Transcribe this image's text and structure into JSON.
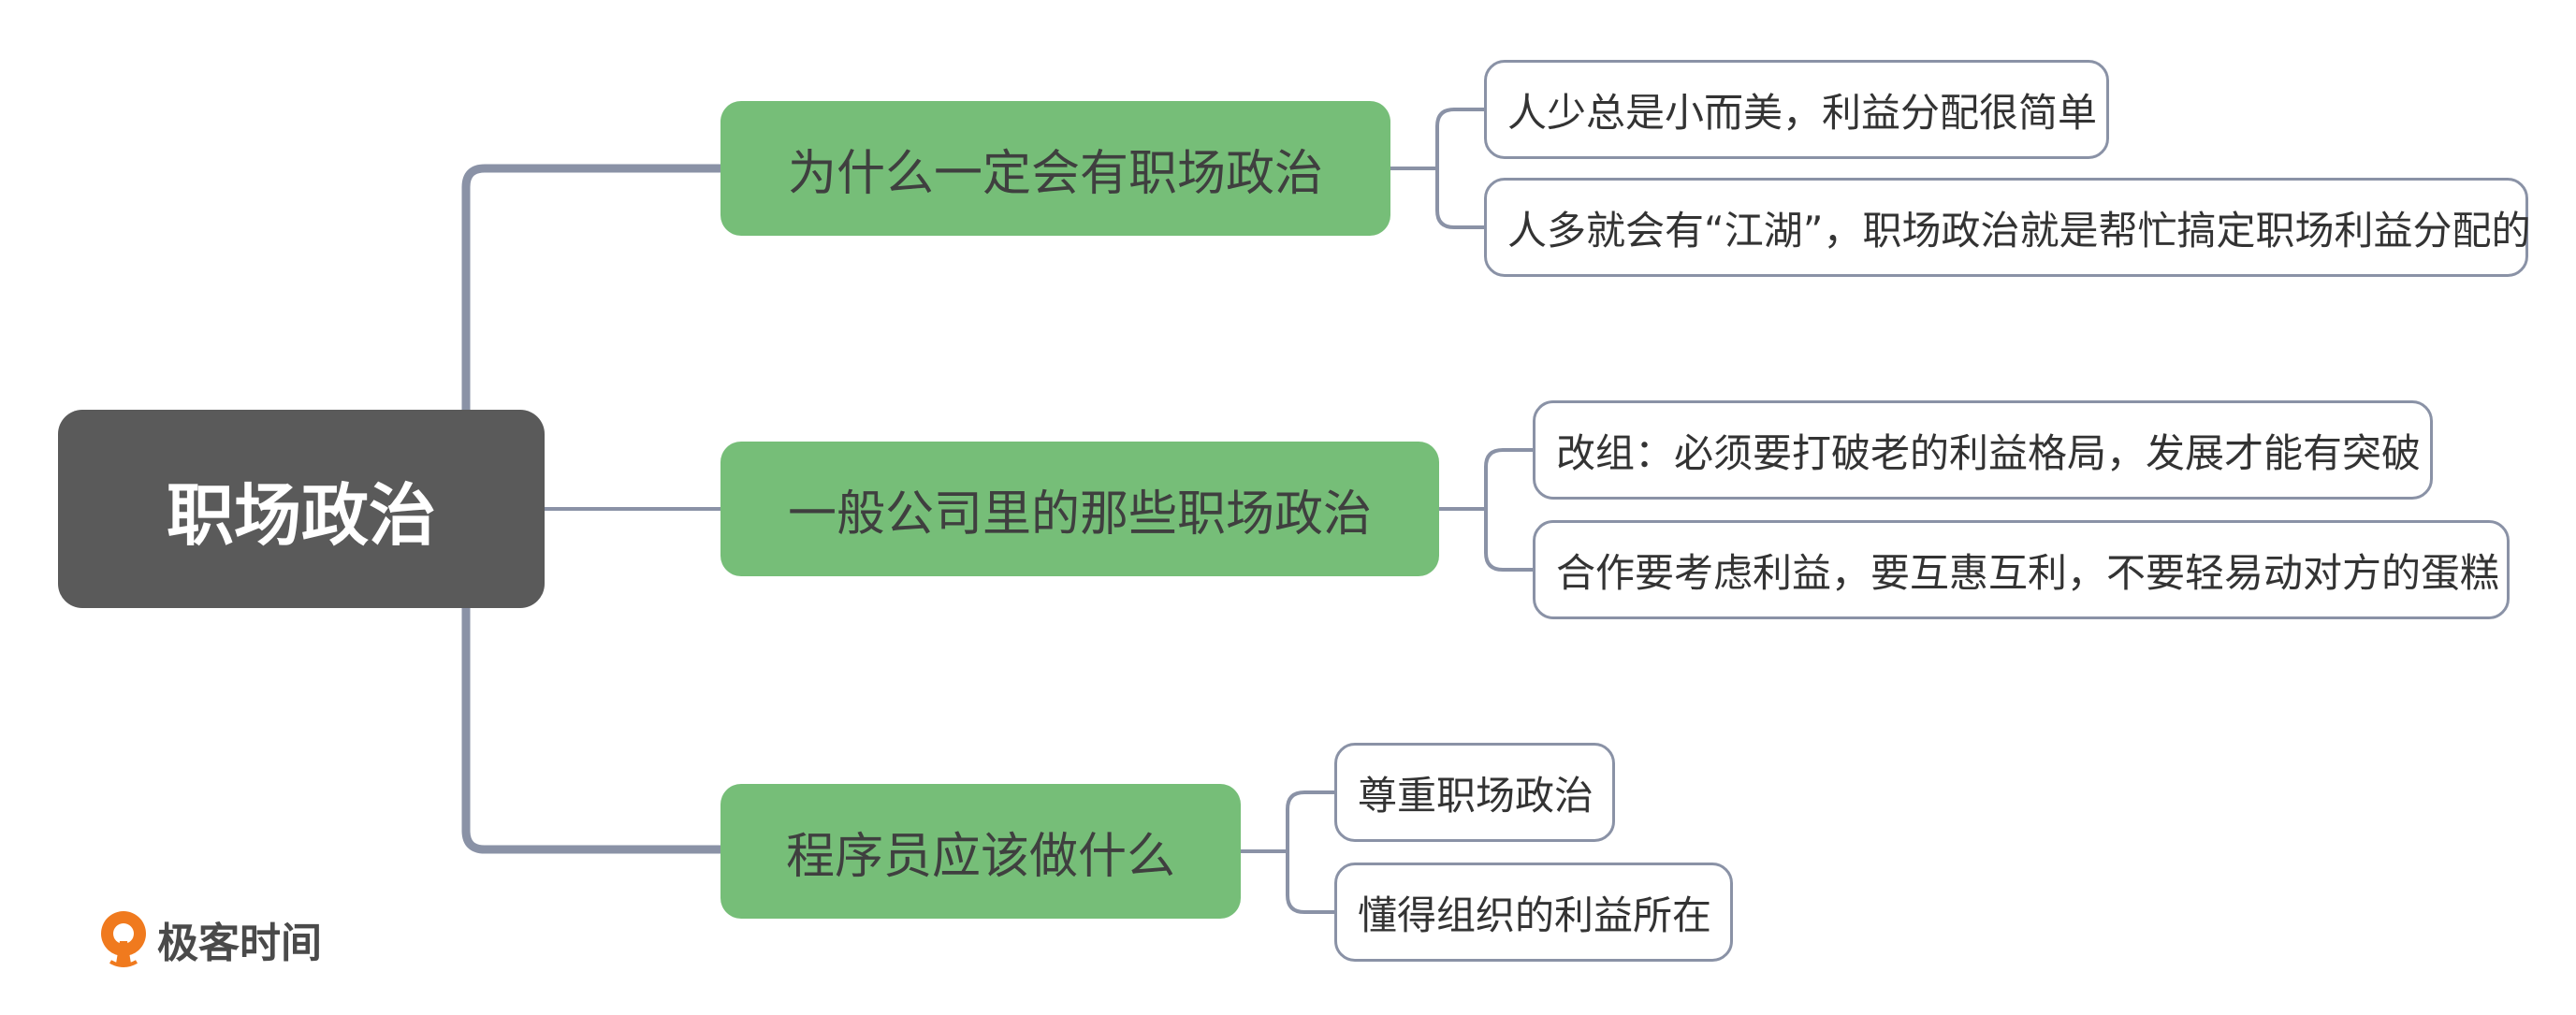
{
  "root": {
    "label": "职场政治"
  },
  "branches": [
    {
      "label": "为什么一定会有职场政治",
      "children": [
        "人少总是小而美，利益分配很简单",
        "人多就会有“江湖”，职场政治就是帮忙搞定职场利益分配的"
      ]
    },
    {
      "label": "一般公司里的那些职场政治",
      "children": [
        "改组：必须要打破老的利益格局，发展才能有突破",
        "合作要考虑利益，要互惠互利，不要轻易动对方的蛋糕"
      ]
    },
    {
      "label": "程序员应该做什么",
      "children": [
        "尊重职场政治",
        "懂得组织的利益所在"
      ]
    }
  ],
  "logo": {
    "text": "极客时间"
  },
  "colors": {
    "root": "#5a5a5a",
    "branch": "#76be78",
    "leaf_border": "#8a92a6",
    "connector": "#8a92a6",
    "logo_orange": "#f07a1e"
  }
}
